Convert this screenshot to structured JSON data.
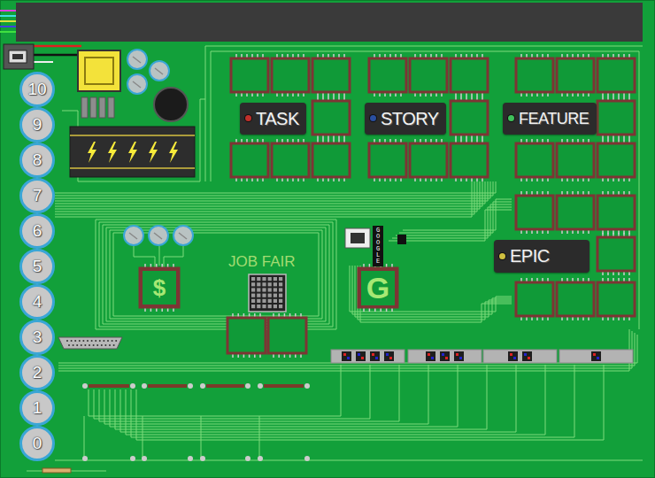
{
  "diagram": {
    "nodes": [
      {
        "text": [
          "TASK"
        ]
      },
      {
        "text": [
          "STORY"
        ]
      },
      {
        "text": [
          "FEATURE"
        ]
      },
      {
        "text": [
          "GOOGLE"
        ]
      },
      {
        "text": [
          "EPIC"
        ]
      },
      {
        "text": [
          "$"
        ]
      },
      {
        "text": [
          "G"
        ]
      },
      {
        "text": [
          "10"
        ]
      },
      {
        "text": [
          "9"
        ]
      },
      {
        "text": [
          "8"
        ]
      },
      {
        "text": [
          "7"
        ]
      },
      {
        "text": [
          "6"
        ]
      },
      {
        "text": [
          "5"
        ]
      },
      {
        "text": [
          "4"
        ]
      },
      {
        "text": [
          "3"
        ]
      },
      {
        "text": [
          "2"
        ]
      },
      {
        "text": [
          "1"
        ]
      },
      {
        "text": [
          "0"
        ]
      }
    ],
    "labels": [
      "JOB FAIR"
    ]
  }
}
